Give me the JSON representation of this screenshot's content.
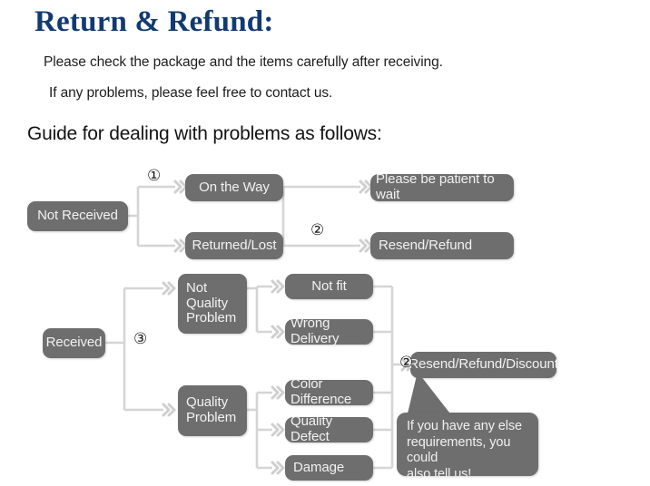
{
  "header": {
    "title": "Return & Refund:",
    "line1": "Please check the package and the items carefully after receiving.",
    "line2": "If any problems, please feel free to contact us.",
    "guide": "Guide for dealing with problems as follows:"
  },
  "colors": {
    "title": "#123a72",
    "node_fill": "#6e6e6e",
    "node_text": "#f2f2f2",
    "connector": "#d5d5d5",
    "body_text": "#1d1d1d"
  },
  "flow": {
    "nodes": {
      "not_received": "Not Received",
      "on_the_way": "On the Way",
      "returned_lost": "Returned/Lost",
      "please_wait": "Please be patient to wait",
      "resend_refund": "Resend/Refund",
      "received": "Received",
      "not_quality_problem": "Not\nQuality\nProblem",
      "quality_problem": "Quality\nProblem",
      "not_fit": "Not fit",
      "wrong_delivery": "Wrong Delivery",
      "color_difference": "Color Difference",
      "quality_defect": "Quality Defect",
      "damage": "Damage",
      "resend_refund_discount": "Resend/Refund/Discount"
    },
    "markers": {
      "m1": "①",
      "m2_top": "②",
      "m2_bottom": "②",
      "m3": "③"
    },
    "callout": "If you have any else\nrequirements, you could\nalso tell us!"
  }
}
